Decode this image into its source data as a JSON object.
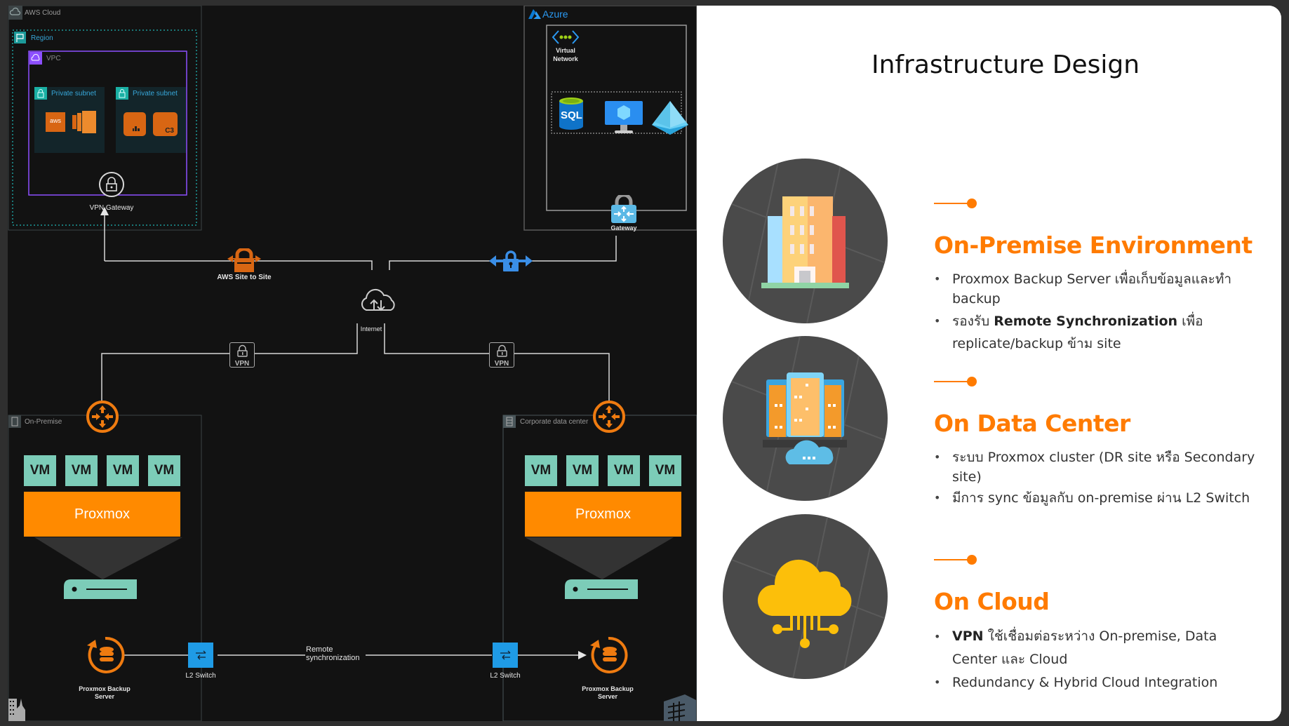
{
  "title": "Infrastructure Design",
  "colors": {
    "accent": "#ff7b00",
    "diagram_bg": "#121212",
    "vm": "#7cccb8",
    "proxmox": "#ff8a00",
    "aws_orange": "#d86613",
    "azure_blue": "#3a8ee6",
    "switch_blue": "#1f9be6"
  },
  "diagram": {
    "aws": {
      "cloud_label": "AWS Cloud",
      "region_label": "Region",
      "vpc_label": "VPC",
      "subnets": [
        {
          "label": "Private subnet"
        },
        {
          "label": "Private subnet"
        }
      ],
      "subnet2_icon_text": "C3",
      "aws_logo_text": "aws",
      "vpn_gateway_label": "VPN Gateway",
      "site_to_site_label": "AWS Site to Site"
    },
    "azure": {
      "label": "Azure",
      "vnet_label_1": "Virtual",
      "vnet_label_2": "Network",
      "sql_text": "SQL",
      "gateway_label": "Gateway"
    },
    "internet_label": "Internet",
    "vpn_left_label": "VPN",
    "vpn_right_label": "VPN",
    "on_premise": {
      "label": "On-Premise",
      "vms": [
        "VM",
        "VM",
        "VM",
        "VM"
      ],
      "hypervisor": "Proxmox",
      "backup_label_1": "Proxmox Backup",
      "backup_label_2": "Server",
      "switch_label": "L2 Switch"
    },
    "datacenter": {
      "label": "Corporate data center",
      "vms": [
        "VM",
        "VM",
        "VM",
        "VM"
      ],
      "hypervisor": "Proxmox",
      "backup_label_1": "Proxmox Backup",
      "backup_label_2": "Server",
      "switch_label": "L2 Switch"
    },
    "sync_label_1": "Remote",
    "sync_label_2": "synchronization"
  },
  "sections": [
    {
      "title": "On-Premise Environment",
      "icon": "office-building-icon",
      "bullets": [
        {
          "parts": [
            {
              "text": "Proxmox Backup Server เพื่อเก็บข้อมูลและทำ backup",
              "bold": false
            }
          ]
        },
        {
          "parts": [
            {
              "text": "รองรับ ",
              "bold": false
            },
            {
              "text": "Remote Synchronization",
              "bold": true
            },
            {
              "text": " เพื่อ replicate/backup ข้าม site",
              "bold": false
            }
          ]
        }
      ]
    },
    {
      "title": "On Data Center",
      "icon": "server-cloud-icon",
      "bullets": [
        {
          "parts": [
            {
              "text": "ระบบ Proxmox cluster (DR site หรือ Secondary site)",
              "bold": false
            }
          ]
        },
        {
          "parts": [
            {
              "text": "มีการ sync ข้อมูลกับ on-premise ผ่าน L2 Switch",
              "bold": false
            }
          ]
        }
      ]
    },
    {
      "title": "On Cloud",
      "icon": "cloud-network-icon",
      "bullets": [
        {
          "parts": [
            {
              "text": "VPN",
              "bold": true
            },
            {
              "text": " ใช้เชื่อมต่อระหว่าง On-premise, Data Center และ Cloud",
              "bold": false
            }
          ]
        },
        {
          "parts": [
            {
              "text": "Redundancy & Hybrid Cloud Integration",
              "bold": false
            }
          ]
        }
      ]
    }
  ]
}
